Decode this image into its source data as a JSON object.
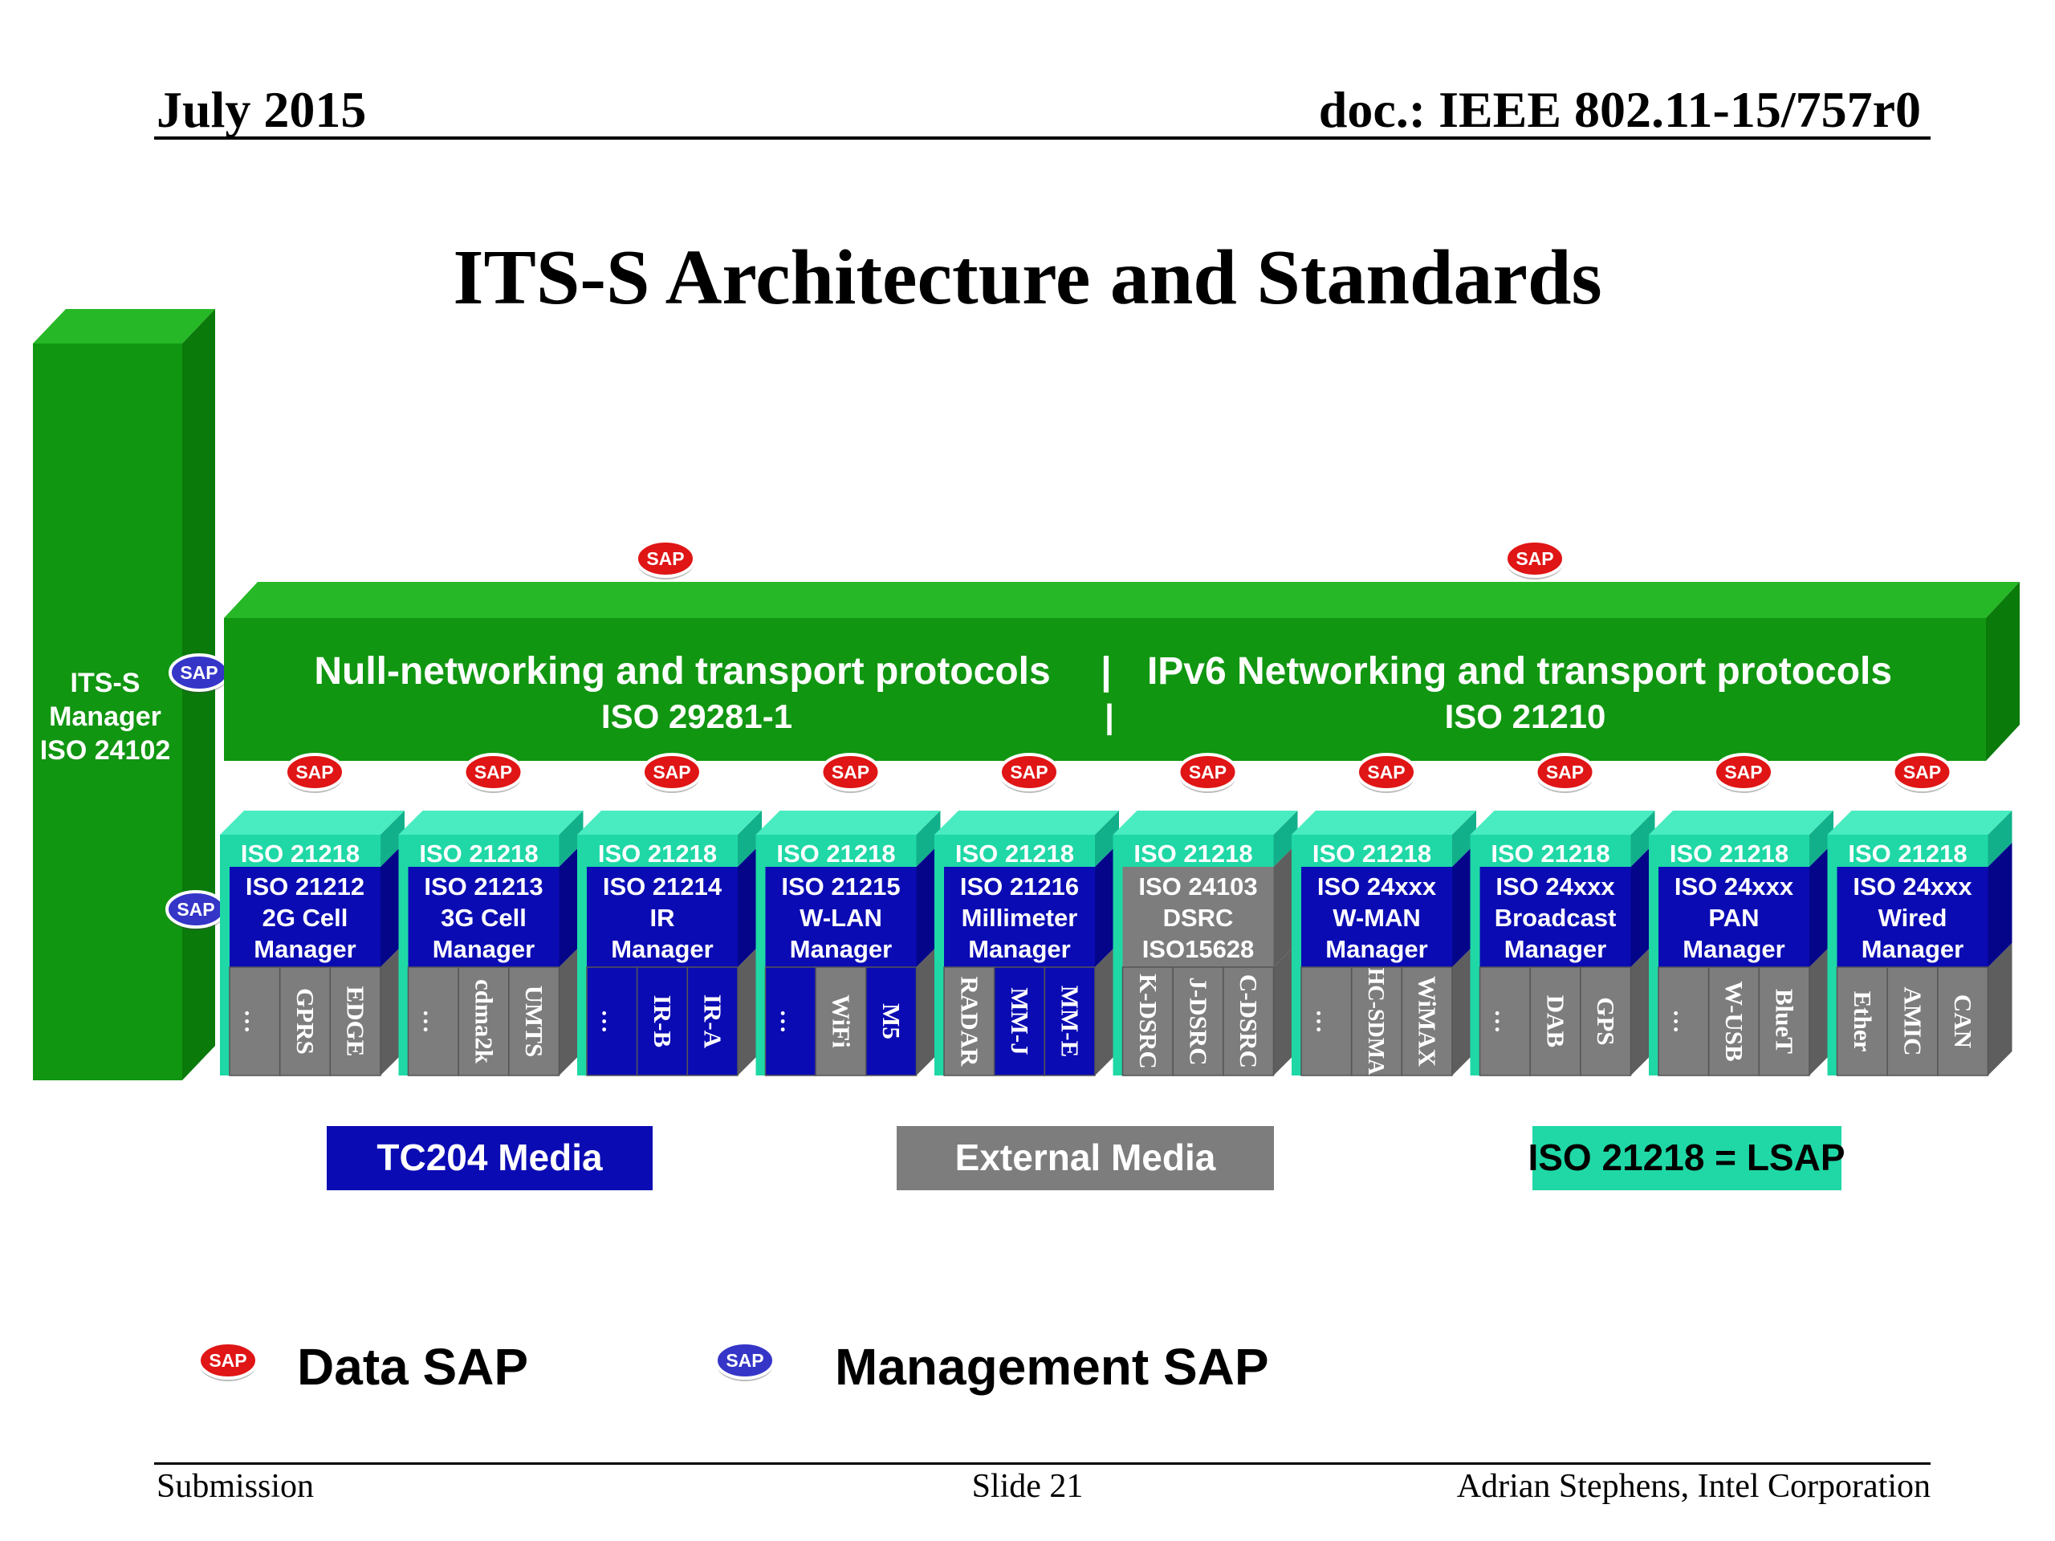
{
  "header": {
    "date": "July 2015",
    "doc": "doc.: IEEE 802.11-15/757r0"
  },
  "title": "ITS-S Architecture and Standards",
  "manager": {
    "lines": [
      "ITS-S",
      "Manager",
      "ISO 24102"
    ]
  },
  "transport": {
    "left_title": "Null-networking and transport protocols",
    "left_iso": "ISO 29281-1",
    "right_title": "IPv6 Networking and transport protocols",
    "right_iso": "ISO 21210",
    "separator": "|"
  },
  "sap_label": "SAP",
  "lsap_label": "ISO 21218",
  "media_managers": [
    {
      "title": [
        "ISO 21212",
        "2G Cell",
        "Manager"
      ],
      "kind": "tc204",
      "items": [
        "…",
        "GPRS",
        "EDGE"
      ]
    },
    {
      "title": [
        "ISO 21213",
        "3G Cell",
        "Manager"
      ],
      "kind": "tc204",
      "items": [
        "…",
        "cdma2k",
        "UMTS"
      ]
    },
    {
      "title": [
        "ISO 21214",
        "IR",
        "Manager"
      ],
      "kind": "tc204",
      "items": [
        "…",
        "IR-B",
        "IR-A"
      ]
    },
    {
      "title": [
        "ISO 21215",
        "W-LAN",
        "Manager"
      ],
      "kind": "tc204",
      "items": [
        "…",
        "WiFi",
        "M5"
      ]
    },
    {
      "title": [
        "ISO 21216",
        "Millimeter",
        "Manager"
      ],
      "kind": "tc204",
      "items": [
        "RADAR",
        "MM-J",
        "MM-E"
      ]
    },
    {
      "title": [
        "ISO 24103",
        "DSRC",
        "ISO15628"
      ],
      "kind": "external",
      "items": [
        "K-DSRC",
        "J-DSRC",
        "C-DSRC"
      ]
    },
    {
      "title": [
        "ISO 24xxx",
        "W-MAN",
        "Manager"
      ],
      "kind": "tc204",
      "items": [
        "…",
        "HC-SDMA",
        "WiMAX"
      ]
    },
    {
      "title": [
        "ISO 24xxx",
        "Broadcast",
        "Manager"
      ],
      "kind": "tc204",
      "items": [
        "…",
        "DAB",
        "GPS"
      ]
    },
    {
      "title": [
        "ISO 24xxx",
        "PAN",
        "Manager"
      ],
      "kind": "tc204",
      "items": [
        "…",
        "W-USB",
        "BlueT"
      ]
    },
    {
      "title": [
        "ISO 24xxx",
        "Wired",
        "Manager"
      ],
      "kind": "tc204",
      "items": [
        "Ether",
        "AMIC",
        "CAN"
      ]
    }
  ],
  "legend_media": {
    "tc204": "TC204 Media",
    "external": "External Media",
    "lsap": "ISO 21218 = LSAP"
  },
  "legend_sap": {
    "data": "Data SAP",
    "management": "Management SAP"
  },
  "colors": {
    "green_front": "#119611",
    "green_top": "#27b827",
    "green_side": "#0a7a0a",
    "teal_front": "#1fd8a6",
    "teal_top": "#48ecc0",
    "teal_side": "#12b08a",
    "navy": "#0b0bb4",
    "navy_side": "#05058a",
    "gray": "#7d7d7d",
    "gray_side": "#5e5e5e",
    "sap_red": "#e01515",
    "sap_blue": "#3535c8"
  },
  "footer": {
    "left": "Submission",
    "center": "Slide 21",
    "right": "Adrian Stephens, Intel Corporation"
  }
}
